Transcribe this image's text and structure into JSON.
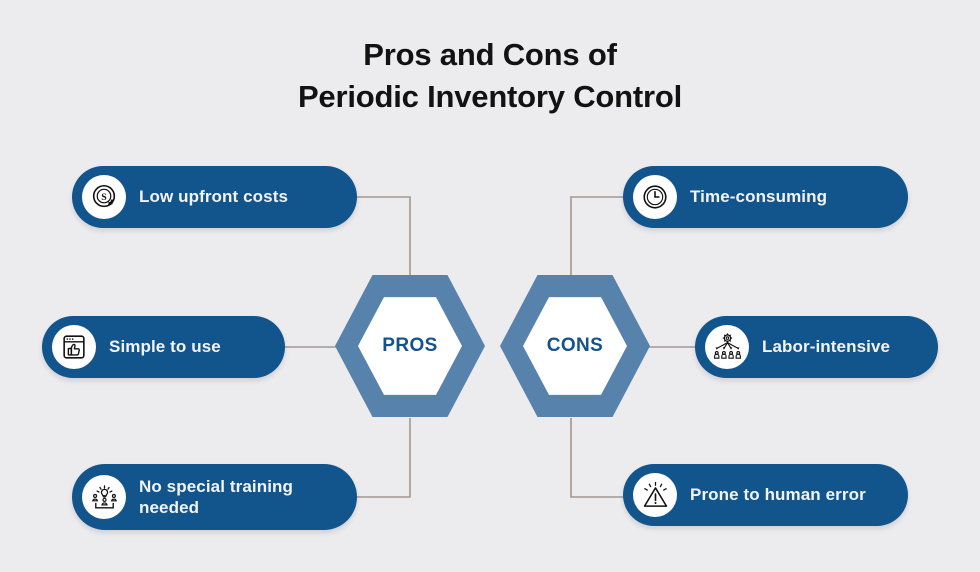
{
  "background_color": "#ecebee",
  "accent_color": "#12548c",
  "hex_outer_color": "#5782ab",
  "hex_text_color": "#15528c",
  "connector_color": "#a39890",
  "title": {
    "line1": "Pros and Cons of",
    "line2": "Periodic Inventory Control"
  },
  "hexagons": {
    "pros": {
      "label": "PROS"
    },
    "cons": {
      "label": "CONS"
    }
  },
  "pros_items": [
    {
      "label": "Low upfront costs",
      "icon": "dollar-refresh-icon"
    },
    {
      "label": "Simple to use",
      "icon": "browser-thumbs-up-icon"
    },
    {
      "label": "No special training\nneeded",
      "icon": "training-lightbulb-people-icon"
    }
  ],
  "cons_items": [
    {
      "label": "Time-consuming",
      "icon": "clock-icon"
    },
    {
      "label": "Labor-intensive",
      "icon": "gear-people-hierarchy-icon"
    },
    {
      "label": "Prone to human error",
      "icon": "warning-triangle-icon"
    }
  ]
}
